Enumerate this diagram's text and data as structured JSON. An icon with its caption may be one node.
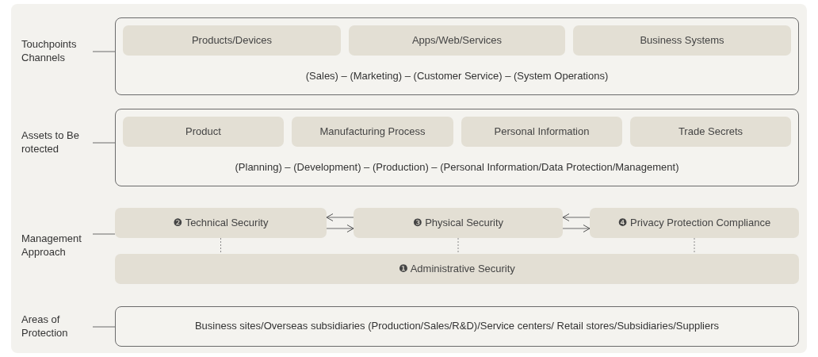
{
  "diagram": {
    "nodes": [
      {
        "text": [
          "Touchpoints Channels"
        ]
      },
      {
        "text": [
          "(Sales) – (Marketing) – (Customer Service) – (System Operations)"
        ]
      },
      {
        "text": [
          "Products/Devices"
        ],
        "in": 1
      },
      {
        "text": [
          "Apps/Web/Services"
        ],
        "in": 1
      },
      {
        "text": [
          "Business Systems"
        ],
        "in": 1
      },
      {
        "text": [
          "Assets to Be rotected"
        ]
      },
      {
        "text": [
          "(Planning) – (Development) – (Production) – (Personal Information/Data Protection/Management)"
        ]
      },
      {
        "text": [
          "Product"
        ],
        "in": 6
      },
      {
        "text": [
          "Manufacturing Process"
        ],
        "in": 6
      },
      {
        "text": [
          "Personal Information"
        ],
        "in": 6
      },
      {
        "text": [
          "Trade Secrets"
        ],
        "in": 6
      },
      {
        "text": [
          "Management Approach"
        ]
      },
      {
        "text": [
          "❷ Technical Security"
        ]
      },
      {
        "text": [
          "❸ Physical Security"
        ]
      },
      {
        "text": [
          "❹ Privacy Protection Compliance"
        ]
      },
      {
        "text": [
          "❶ Administrative Security"
        ]
      },
      {
        "text": [
          "Areas of Protection"
        ]
      },
      {
        "text": [
          "Business sites/Overseas subsidiaries (Production/Sales/R&D)/Service centers/ Retail stores/Subsidiaries/Suppliers"
        ]
      }
    ],
    "edges": [
      {
        "from": 0,
        "to": 1,
        "arrow": "none"
      },
      {
        "from": 5,
        "to": 6,
        "arrow": "none"
      },
      {
        "from": 11,
        "to": 12,
        "arrow": "none"
      },
      {
        "from": 13,
        "to": 12,
        "arrow": "to"
      },
      {
        "from": 12,
        "to": 13,
        "arrow": "to"
      },
      {
        "from": 14,
        "to": 13,
        "arrow": "to"
      },
      {
        "from": 13,
        "to": 14,
        "arrow": "to"
      },
      {
        "from": 12,
        "to": 15,
        "arrow": "none",
        "style": "dashed"
      },
      {
        "from": 13,
        "to": 15,
        "arrow": "none",
        "style": "dashed"
      },
      {
        "from": 14,
        "to": 15,
        "arrow": "none",
        "style": "dashed"
      },
      {
        "from": 16,
        "to": 17,
        "arrow": "none"
      }
    ]
  }
}
